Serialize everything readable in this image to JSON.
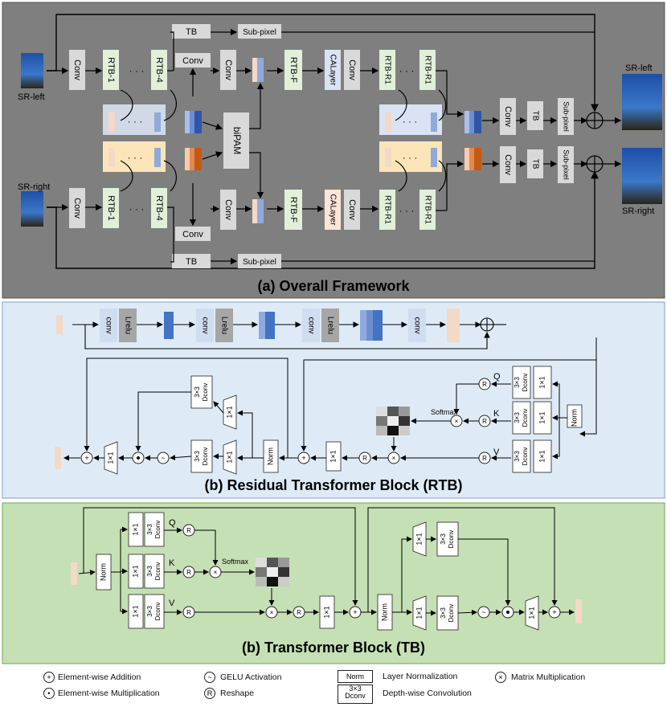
{
  "sections": {
    "a_title": "(a) Overall Framework",
    "b_title": "(b) Residual Transformer Block (RTB)",
    "c_title": "(b) Transformer Block (TB)"
  },
  "framework": {
    "sr_left": "SR-left",
    "sr_right": "SR-right",
    "sr_left_out": "SR-left",
    "sr_right_out": "SR-right",
    "conv": "Conv",
    "rtb1": "RTB-1",
    "rtb4": "RTB-4",
    "rtbf": "RTB-F",
    "calayer": "CALayer",
    "rtbr1": "RTB-R1",
    "tb": "TB",
    "subpixel": "Sub-pixel",
    "bipam": "biPAM",
    "dots": "· · ·"
  },
  "rtb": {
    "conv": "conv",
    "lrelu": "Lrelu",
    "dconv_top": "3×3",
    "dconv_bot": "Dconv",
    "one": "1×1",
    "norm": "Norm",
    "softmax": "Softmax",
    "q": "Q",
    "k": "K",
    "v": "V",
    "r": "R"
  },
  "tb_block": {
    "one": "1×1",
    "dconv_top": "3×3",
    "dconv_bot": "Dconv",
    "norm": "Norm",
    "softmax": "Softmax",
    "q": "Q",
    "k": "K",
    "v": "V",
    "r": "R"
  },
  "legend": {
    "add": "Element-wise Addition",
    "mul": "Element-wise Multiplication",
    "gelu": "GELU Activation",
    "reshape": "Reshape",
    "norm_label": "Layer Normalization",
    "norm_box": "Norm",
    "dconv_box_top": "3×3",
    "dconv_box_bot": "Dconv",
    "dconv_label": "Depth-wise Convolution",
    "matmul": "Matrix Multiplication"
  }
}
